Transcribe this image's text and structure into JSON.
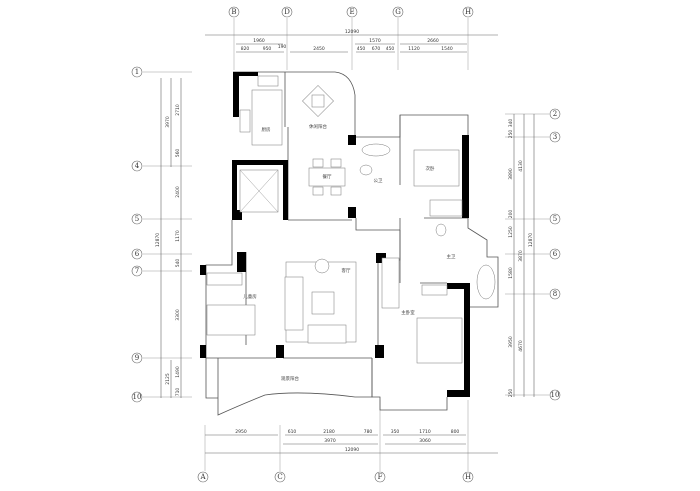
{
  "axes": {
    "top": [
      "B",
      "D",
      "E",
      "G",
      "H"
    ],
    "bottom": [
      "A",
      "C",
      "F",
      "H"
    ],
    "left": [
      "1",
      "4",
      "5",
      "6",
      "7",
      "9",
      "10"
    ],
    "right": [
      "2",
      "3",
      "5",
      "6",
      "8",
      "10"
    ]
  },
  "dims": {
    "top_total": "12090",
    "top_row2": [
      "1960",
      "1570",
      "2660"
    ],
    "top_row3": [
      "820",
      "950",
      "190",
      "2450",
      "450",
      "670",
      "450",
      "1120",
      "1540"
    ],
    "bottom_row1": [
      "2950",
      "610",
      "2180",
      "780",
      "350",
      "1710",
      "800"
    ],
    "bottom_row2": [
      "3970",
      "3060"
    ],
    "bottom_total": "12090",
    "left_total": "12870",
    "left_mid": [
      "3970",
      "2125"
    ],
    "left_inner": [
      "2710",
      "560",
      "2400",
      "1170",
      "540",
      "3300",
      "1490",
      "710"
    ],
    "right_inner": [
      "340",
      "250",
      "3890",
      "200",
      "1250",
      "1580",
      "3950",
      "250"
    ],
    "right_mid": [
      "4130",
      "3870",
      "4670"
    ],
    "right_total": "12870"
  },
  "rooms": {
    "kitchen": "厨房",
    "leisure_balcony": "休闲阳台",
    "dining": "餐厅",
    "public_bath": "公卫",
    "second_bedroom": "次卧",
    "living": "客厅",
    "master_bath": "主卫",
    "children_room": "儿童房",
    "master_bedroom": "主卧室",
    "view_balcony": "观景阳台"
  }
}
